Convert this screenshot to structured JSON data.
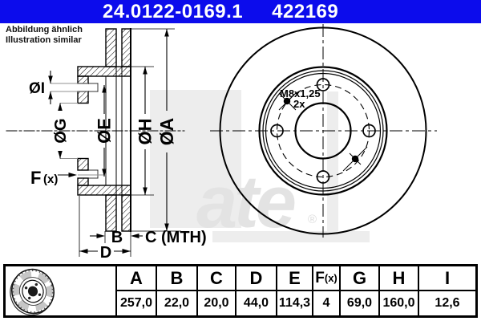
{
  "header": {
    "part_number": "24.0122-0169.1",
    "ref_number": "422169",
    "bar_color": "#0c0cec"
  },
  "note": {
    "line1": "Abbildung ähnlich",
    "line2": "Illustration similar"
  },
  "watermark": {
    "brand": "ate",
    "registered": "®",
    "color": "#e3e3e3"
  },
  "drawing": {
    "section_labels": {
      "dia_i": "ØI",
      "dia_g": "ØG",
      "dia_e": "ØE",
      "dia_h": "ØH",
      "dia_a": "ØA",
      "f": "F",
      "f_sub": "(x)",
      "b": "B",
      "c": "C (MTH)",
      "d": "D"
    },
    "front_labels": {
      "thread": "M8x1,25",
      "count": "2x"
    }
  },
  "table": {
    "columns": [
      {
        "label": "A",
        "value": "257,0"
      },
      {
        "label": "B",
        "value": "22,0"
      },
      {
        "label": "C",
        "value": "20,0"
      },
      {
        "label": "D",
        "value": "44,0"
      },
      {
        "label": "E",
        "value": "114,3"
      },
      {
        "label": "F(x)",
        "label_main": "F",
        "label_sub": "(x)",
        "value": "4"
      },
      {
        "label": "G",
        "value": "69,0"
      },
      {
        "label": "H",
        "value": "160,0"
      },
      {
        "label": "I",
        "value": "12,6"
      }
    ]
  }
}
